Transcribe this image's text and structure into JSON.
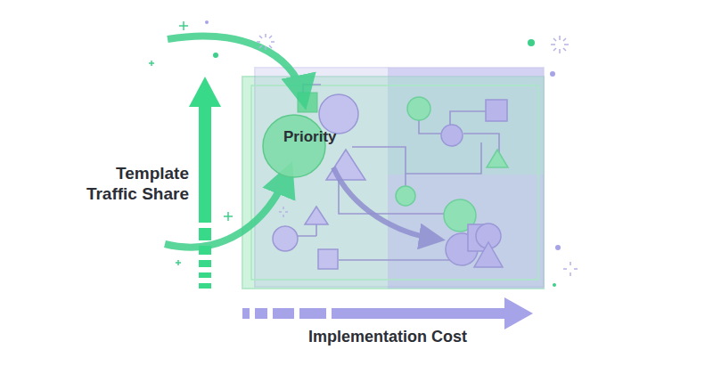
{
  "diagram": {
    "nodes": [
      {
        "text": [
          "Priority"
        ]
      }
    ],
    "labels": [
      "Template Traffic Share",
      "Implementation Cost"
    ]
  }
}
